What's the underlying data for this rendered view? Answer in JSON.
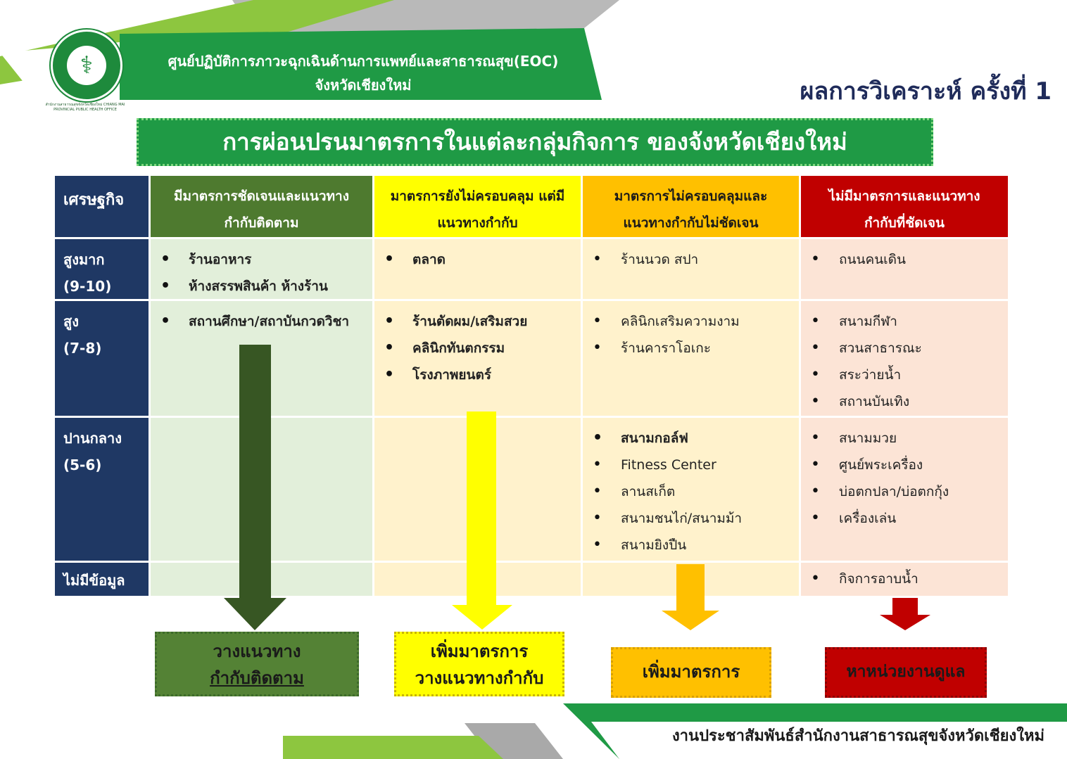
{
  "header": {
    "logo_caption": "สำนักงานสาธารณสุขจังหวัดเชียงใหม่ CHIANG MAI PROVINCIAL PUBLIC HEALTH OFFICE",
    "eoc_line1": "ศูนย์ปฏิบัติการภาวะฉุกเฉินด้านการแพทย์และสาธารณสุข(EOC)",
    "eoc_line2": "จังหวัดเชียงใหม่",
    "page_title": "ผลการวิเคราะห์ ครั้งที่ 1"
  },
  "banner": "การผ่อนปรนมาตรการในแต่ละกลุ่มกิจการ ของจังหวัดเชียงใหม่",
  "table": {
    "corner": "เศรษฐกิจ",
    "columns": [
      {
        "line1": "มีมาตรการชัดเจนและแนวทาง",
        "line2": "กำกับติดตาม",
        "color": "#4e7a2f"
      },
      {
        "line1": "มาตรการยังไม่ครอบคลุม แต่มี",
        "line2": "แนวทางกำกับ",
        "color": "#ffff00"
      },
      {
        "line1": "มาตรการไม่ครอบคลุมและ",
        "line2": "แนวทางกำกับไม่ชัดเจน",
        "color": "#ffc000"
      },
      {
        "line1": "ไม่มีมาตรการและแนวทาง",
        "line2": "กำกับที่ชัดเจน",
        "color": "#c00000"
      }
    ],
    "rows": [
      {
        "level": "สูงมาก",
        "range": "(9-10)",
        "c1": [
          "ร้านอาหาร",
          "ห้างสรรพสินค้า ห้างร้าน"
        ],
        "c2": [
          "ตลาด"
        ],
        "c3": [
          "ร้านนวด สปา"
        ],
        "c4": [
          "ถนนคนเดิน"
        ]
      },
      {
        "level": "สูง",
        "range": "(7-8)",
        "c1": [
          "สถานศึกษา/สถาบันกวดวิชา"
        ],
        "c2": [
          "ร้านตัดผม/เสริมสวย",
          "คลินิกทันตกรรม",
          "โรงภาพยนตร์"
        ],
        "c3": [
          "คลินิกเสริมความงาม",
          "ร้านคาราโอเกะ"
        ],
        "c4": [
          "สนามกีฬา",
          "สวนสาธารณะ",
          "สระว่ายน้ำ",
          "สถานบันเทิง"
        ]
      },
      {
        "level": "ปานกลาง",
        "range": "(5-6)",
        "c1": [],
        "c2": [],
        "c3": [
          "สนามกอล์ฟ",
          "Fitness Center",
          "ลานสเก็ต",
          "สนามชนไก่/สนามม้า",
          "สนามยิงปืน"
        ],
        "c4": [
          "สนามมวย",
          "ศูนย์พระเครื่อง",
          "บ่อตกปลา/บ่อตกกุ้ง",
          "เครื่องเล่น"
        ]
      },
      {
        "level": "ไม่มีข้อมูล",
        "range": "",
        "c1": [],
        "c2": [],
        "c3": [],
        "c4": [
          "กิจการอาบน้ำ"
        ]
      }
    ]
  },
  "actions": {
    "a1_line1": "วางแนวทาง",
    "a1_line2": "กำกับติดตาม",
    "a2_line1": "เพิ่มมาตรการ",
    "a2_line2": "วางแนวทางกำกับ",
    "a3": "เพิ่มมาตรการ",
    "a4": "หาหน่วยงานดูแล"
  },
  "footer": "งานประชาสัมพันธ์สำนักงานสาธารณสุขจังหวัดเชียงใหม่"
}
